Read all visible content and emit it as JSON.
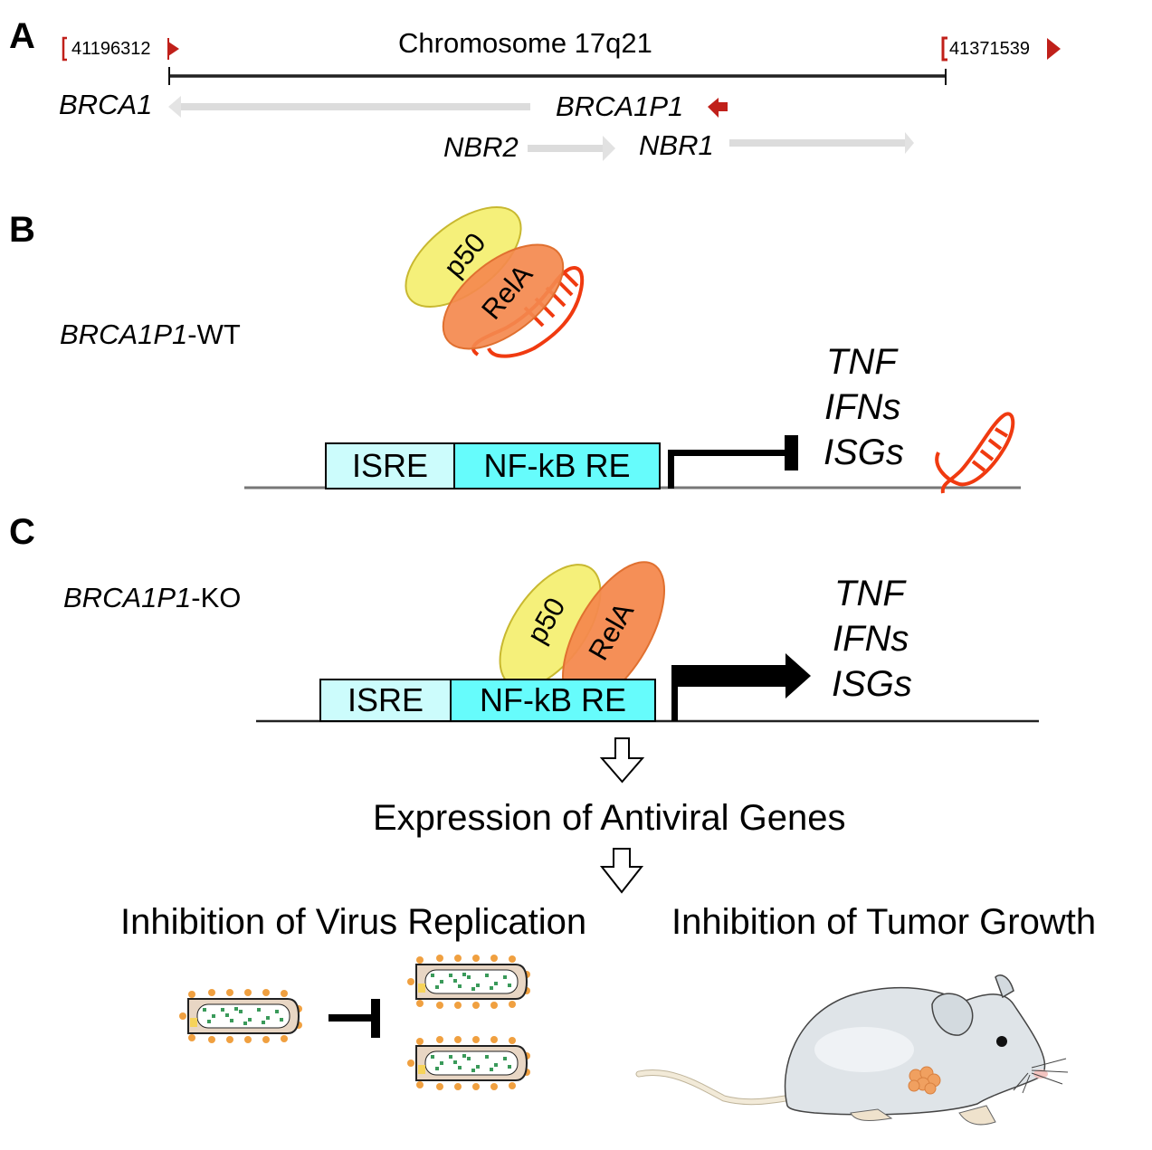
{
  "panels": {
    "a": {
      "label": "A",
      "title": "Chromosome 17q21",
      "start_coord": "41196312",
      "end_coord": "41371539",
      "genes": [
        {
          "name": "BRCA1",
          "strand": "minus"
        },
        {
          "name": "BRCA1P1",
          "strand": "minus"
        },
        {
          "name": "NBR2",
          "strand": "plus"
        },
        {
          "name": "NBR1",
          "strand": "plus"
        }
      ]
    },
    "b": {
      "label": "B",
      "condition": {
        "gene": "BRCA1P1",
        "suffix": "-WT"
      },
      "proteins": [
        "p50",
        "RelA"
      ],
      "elements": [
        "ISRE",
        "NF-kB RE"
      ],
      "targets": [
        "TNF",
        "IFNs",
        "ISGs"
      ],
      "transcription": "inhibited"
    },
    "c": {
      "label": "C",
      "condition": {
        "gene": "BRCA1P1",
        "suffix": "-KO"
      },
      "proteins": [
        "p50",
        "RelA"
      ],
      "elements": [
        "ISRE",
        "NF-kB RE"
      ],
      "targets": [
        "TNF",
        "IFNs",
        "ISGs"
      ],
      "transcription": "activated",
      "outcome1": "Expression of Antiviral Genes",
      "outcome2a": "Inhibition of Virus Replication",
      "outcome2b": "Inhibition of Tumor Growth"
    }
  },
  "colors": {
    "strand_red": "#c0201a",
    "gene_arrow_gray": "#dcdcdc",
    "p50_fill": "#f5f07a",
    "rela_fill": "#f4894e",
    "rna_red": "#f03a10",
    "isre_fill": "#ccfcfc",
    "nfkb_fill": "#66fcfc",
    "mouse_body": "#dfe4e8",
    "tumor": "#f0a060"
  }
}
